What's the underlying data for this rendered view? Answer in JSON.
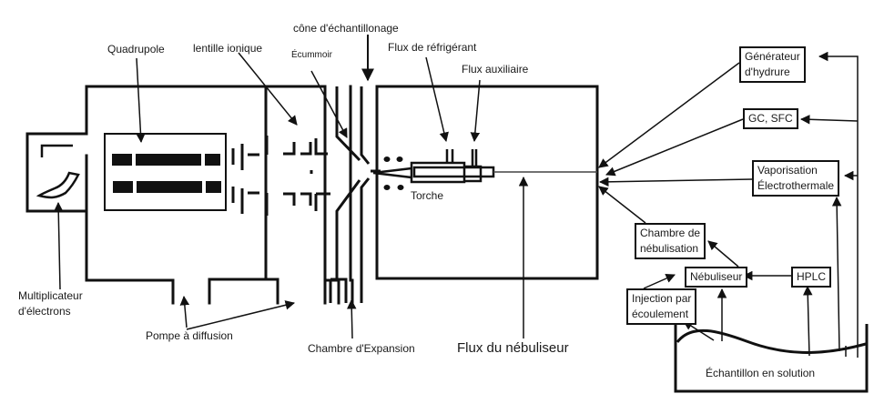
{
  "title": "Schéma d'un spectromètre de masse à plasma à couplage inductif (ICP-MS)",
  "labels": {
    "quadrupole": "Quadrupole",
    "ion_lens": "lentille ionique",
    "skimmer": "Écummoir",
    "sampling_cone": "cône d'échantillonage",
    "coolant_flow": "Flux de réfrigérant",
    "auxiliary_flow": "Flux auxiliaire",
    "torch": "Torche",
    "electron_multiplier_line1": "Multiplicateur",
    "electron_multiplier_line2": "d'électrons",
    "diffusion_pump": "Pompe à diffusion",
    "expansion_chamber": "Chambre d'Expansion",
    "nebulizer_flow": "Flux du nébuliseur",
    "sample_solution": "Échantillon en solution"
  },
  "boxes": {
    "hydride_generator": [
      "Générateur",
      "d'hydrure"
    ],
    "gc_sfc": [
      "GC, SFC"
    ],
    "electrothermal_vaporization": [
      "Vaporisation",
      "Électrothermale"
    ],
    "spray_chamber": [
      "Chambre de",
      "nébulisation"
    ],
    "nebulizer": [
      "Nébuliseur"
    ],
    "hplc": [
      "HPLC"
    ],
    "flow_injection": [
      "Injection par",
      "écoulement"
    ]
  },
  "colors": {
    "line": "#111111",
    "text": "#1a1a1a",
    "background": "#ffffff"
  }
}
